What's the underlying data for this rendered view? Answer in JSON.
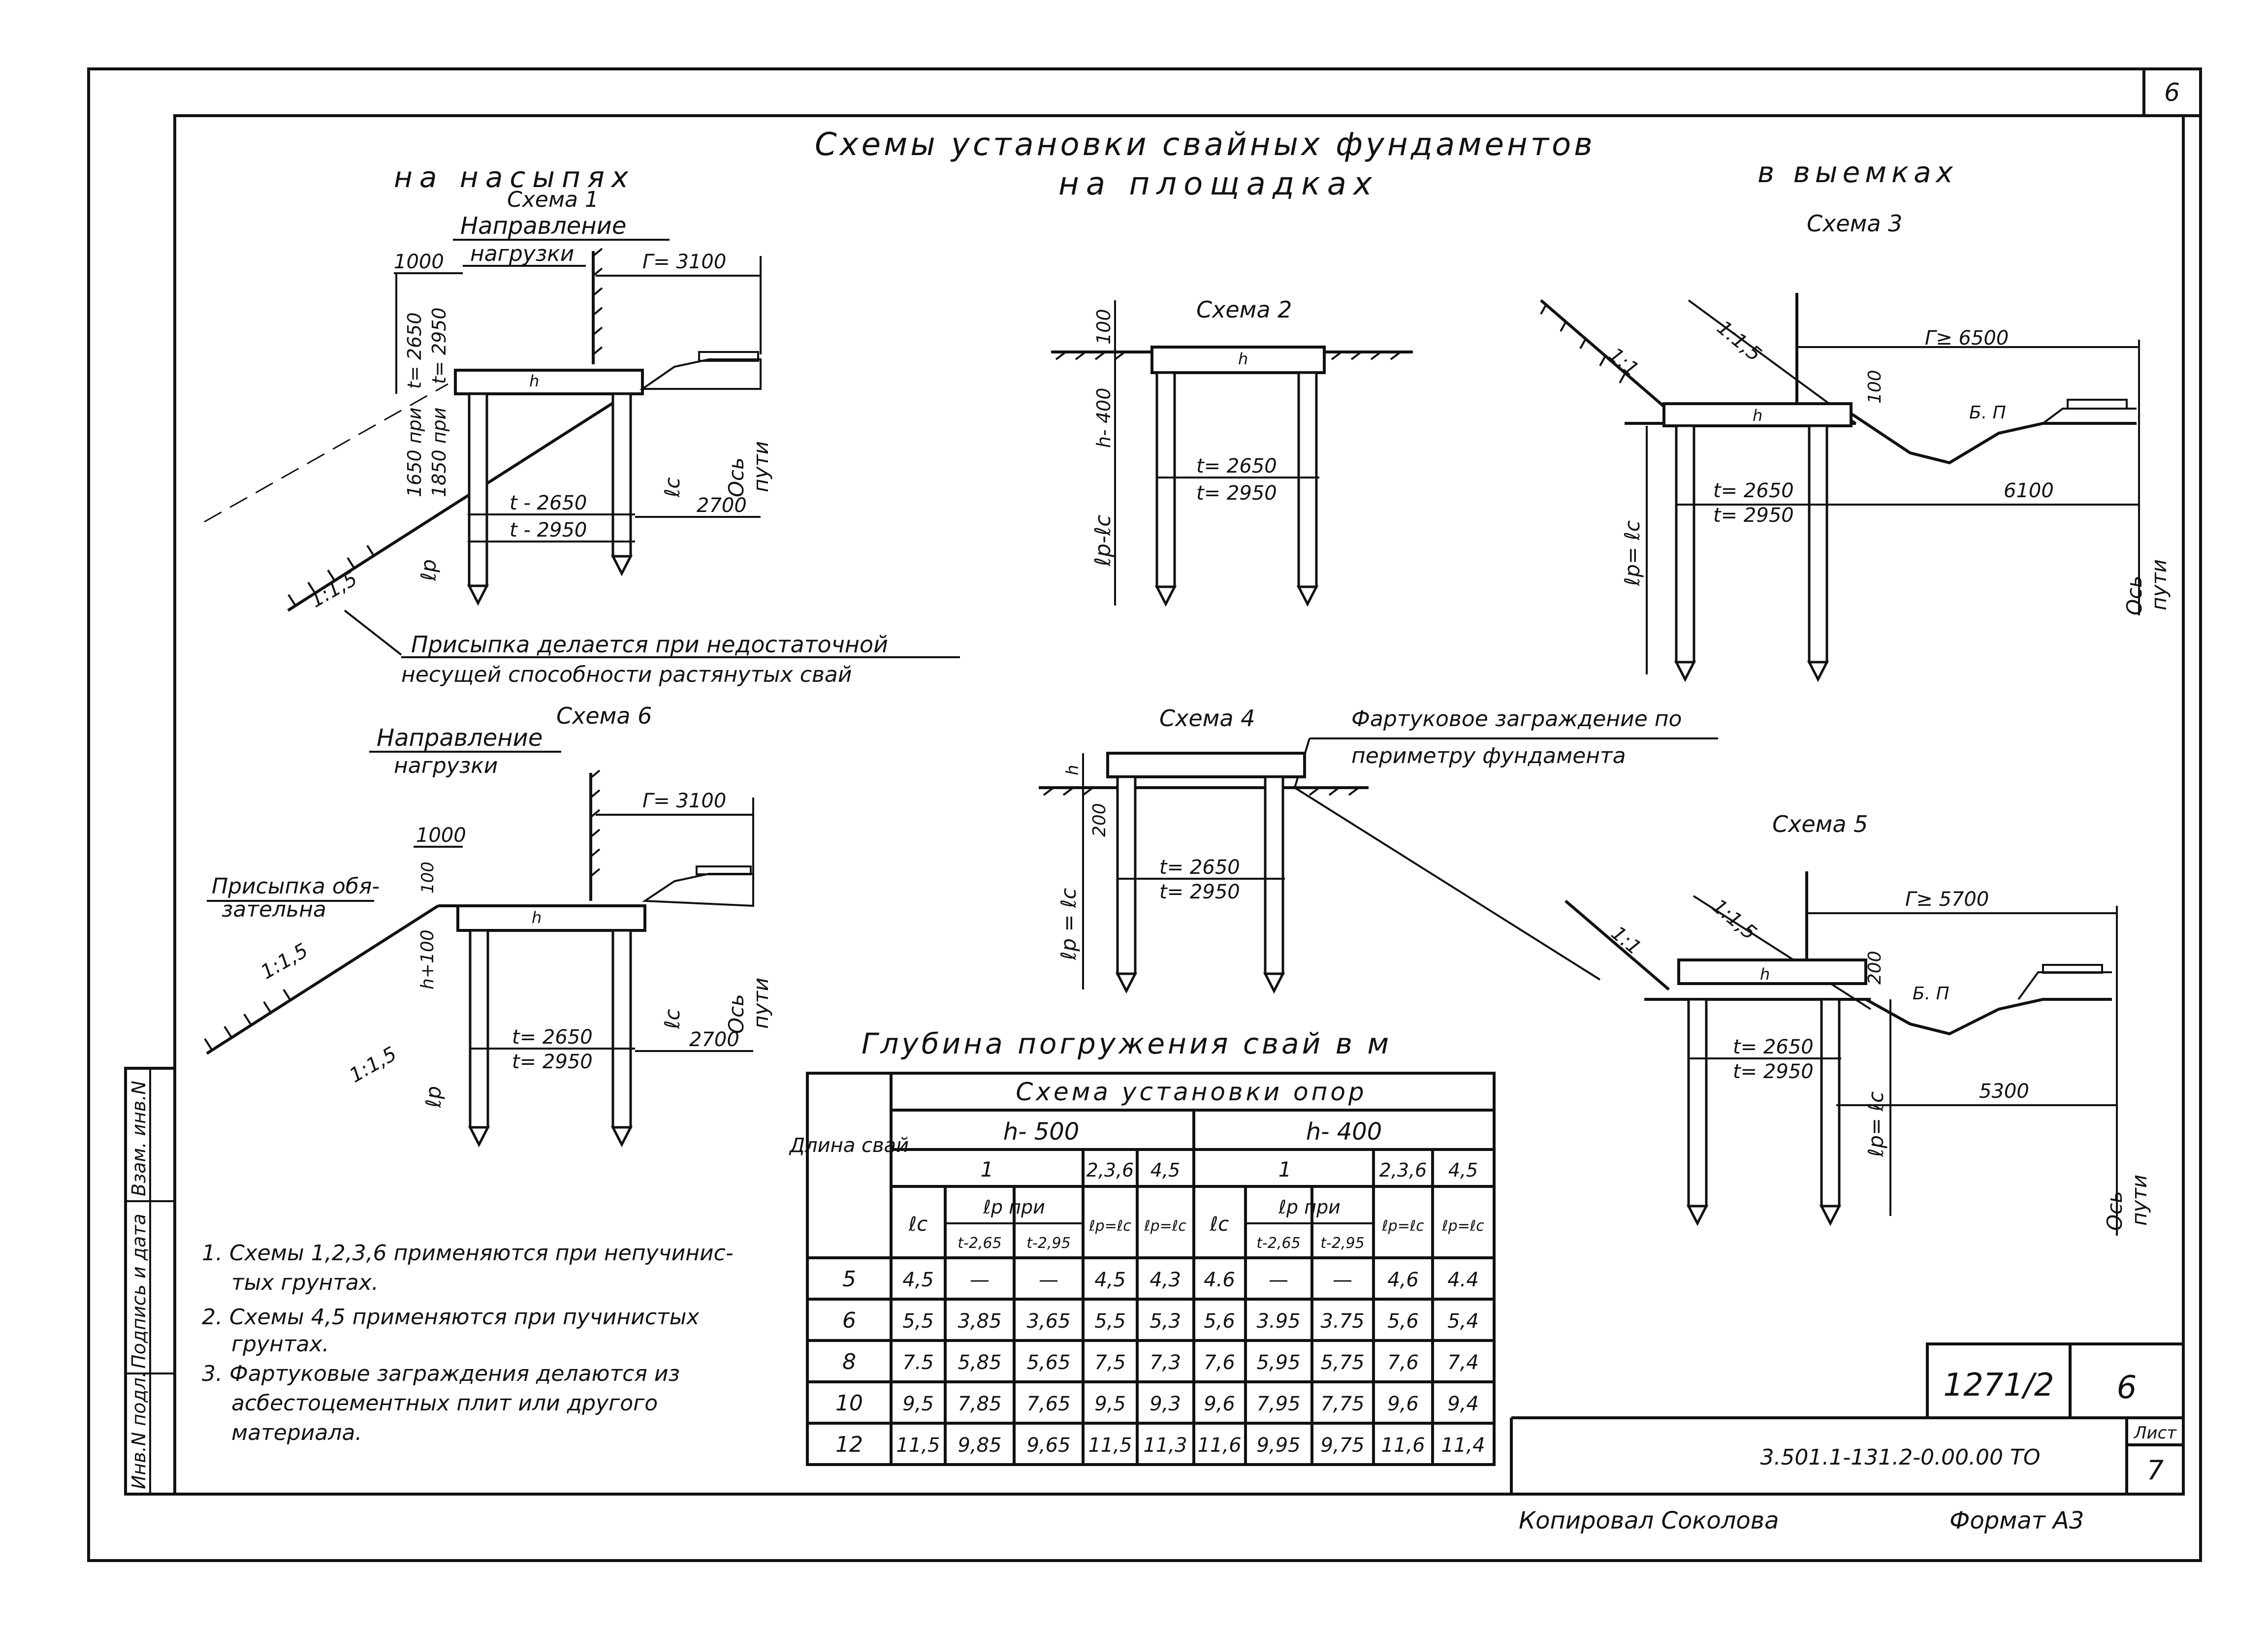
{
  "sheet_corner_number": "6",
  "main_title": "Схемы установки свайных фундаментов",
  "subtitle_sites": "на площадках",
  "section_embankment": "на насыпях",
  "section_cuttings": "в выемках",
  "scheme1": {
    "label": "Схема 1",
    "direction_line1": "Направление",
    "direction_line2": "нагрузки",
    "dim_1000": "1000",
    "dim_g": "Г= 3100",
    "dim_t2650_a": "t= 2650",
    "dim_t2950_a": "t= 2950",
    "dim_1650": "1650 при",
    "dim_1850": "1850 при",
    "h": "h",
    "ec": "ℓс",
    "ep": "ℓр",
    "dim_t2650": "t - 2650",
    "dim_t2950": "t - 2950",
    "dim_2700": "2700",
    "axis1": "Ось",
    "axis2": "пути",
    "slope": "1:1,5",
    "note_line1": "Присыпка делается при недостаточной",
    "note_line2": "несущей способности растянутых свай"
  },
  "scheme2": {
    "label": "Схема 2",
    "dim_100": "100",
    "dim_h400": "h- 400",
    "h": "h",
    "ep_ec": "ℓр-ℓс",
    "dim_t2650": "t= 2650",
    "dim_t2950": "t= 2950"
  },
  "scheme3": {
    "label": "Схема 3",
    "slope1": "1:1,5",
    "slope2": "1:1",
    "dim_g": "Г≥ 6500",
    "dim_100": "100",
    "h": "h",
    "bp": "Б. П",
    "dim_6100": "6100",
    "dim_t2650": "t= 2650",
    "dim_t2950": "t= 2950",
    "ep_ec": "ℓр= ℓс",
    "axis1": "Ось",
    "axis2": "пути"
  },
  "scheme4": {
    "label": "Схема 4",
    "note_line1": "Фартуковое заграждение по",
    "note_line2": "периметру фундамента",
    "h": "h",
    "dim_200": "200",
    "ep_ec": "ℓр = ℓс",
    "dim_t2650": "t= 2650",
    "dim_t2950": "t= 2950"
  },
  "scheme5": {
    "label": "Схема 5",
    "slope1": "1:1,5",
    "slope2": "1:1",
    "dim_g": "Г≥ 5700",
    "dim_200": "200",
    "h": "h",
    "bp": "Б. П",
    "dim_5300": "5300",
    "dim_t2650": "t= 2650",
    "dim_t2950": "t= 2950",
    "ep_ec": "ℓр= ℓс",
    "axis1": "Ось",
    "axis2": "пути"
  },
  "scheme6": {
    "label": "Схема 6",
    "direction_line1": "Направление",
    "direction_line2": "нагрузки",
    "dim_g": "Г= 3100",
    "dim_1000": "1000",
    "dim_100": "100",
    "h": "h",
    "dim_h100": "h+100",
    "fill_note1": "Присыпка обя-",
    "fill_note2": "зательна",
    "slope_a": "1:1,5",
    "slope_b": "1:1,5",
    "ep": "ℓр",
    "ec": "ℓс",
    "dim_t2650": "t= 2650",
    "dim_t2950": "t= 2950",
    "dim_2700": "2700",
    "axis1": "Ось",
    "axis2": "пути"
  },
  "table": {
    "title": "Глубина погружения свай в м",
    "col_length": "Длина свай",
    "scheme_header": "Схема установки опор",
    "h500": "h- 500",
    "h400": "h- 400",
    "sub1": "1",
    "sub236": "2,3,6",
    "sub45": "4,5",
    "ec": "ℓс",
    "ep_pri": "ℓр при",
    "t265": "t-2,65",
    "t295": "t-2,95",
    "ep_eq": "ℓр=ℓс",
    "rows": [
      [
        "5",
        "4,5",
        "—",
        "—",
        "4,5",
        "4,3",
        "4.6",
        "—",
        "—",
        "4,6",
        "4.4"
      ],
      [
        "6",
        "5,5",
        "3,85",
        "3,65",
        "5,5",
        "5,3",
        "5,6",
        "3.95",
        "3.75",
        "5,6",
        "5,4"
      ],
      [
        "8",
        "7.5",
        "5,85",
        "5,65",
        "7,5",
        "7,3",
        "7,6",
        "5,95",
        "5,75",
        "7,6",
        "7,4"
      ],
      [
        "10",
        "9,5",
        "7,85",
        "7,65",
        "9,5",
        "9,3",
        "9,6",
        "7,95",
        "7,75",
        "9,6",
        "9,4"
      ],
      [
        "12",
        "11,5",
        "9,85",
        "9,65",
        "11,5",
        "11,3",
        "11,6",
        "9,95",
        "9,75",
        "11,6",
        "11,4"
      ]
    ]
  },
  "notes": {
    "n1_line1": "1. Схемы 1,2,3,6 применяются при непучинис-",
    "n1_line2": "тых грунтах.",
    "n2_line1": "2. Схемы 4,5 применяются при пучинистых",
    "n2_line2": "грунтах.",
    "n3_line1": "3. Фартуковые заграждения делаются из",
    "n3_line2": "асбестоцементных плит или другого",
    "n3_line3": "материала."
  },
  "side_stamp": {
    "s1": "Инв.N подл.",
    "s2": "Подпись и дата",
    "s3": "Взам. инв.N"
  },
  "title_block": {
    "album": "1271/2",
    "album_sheet": "6",
    "code": "3.501.1-131.2-0.00.00 ТО",
    "list_label": "Лист",
    "list_number": "7"
  },
  "footer": {
    "copied": "Копировал Соколова",
    "format": "Формат А3"
  }
}
